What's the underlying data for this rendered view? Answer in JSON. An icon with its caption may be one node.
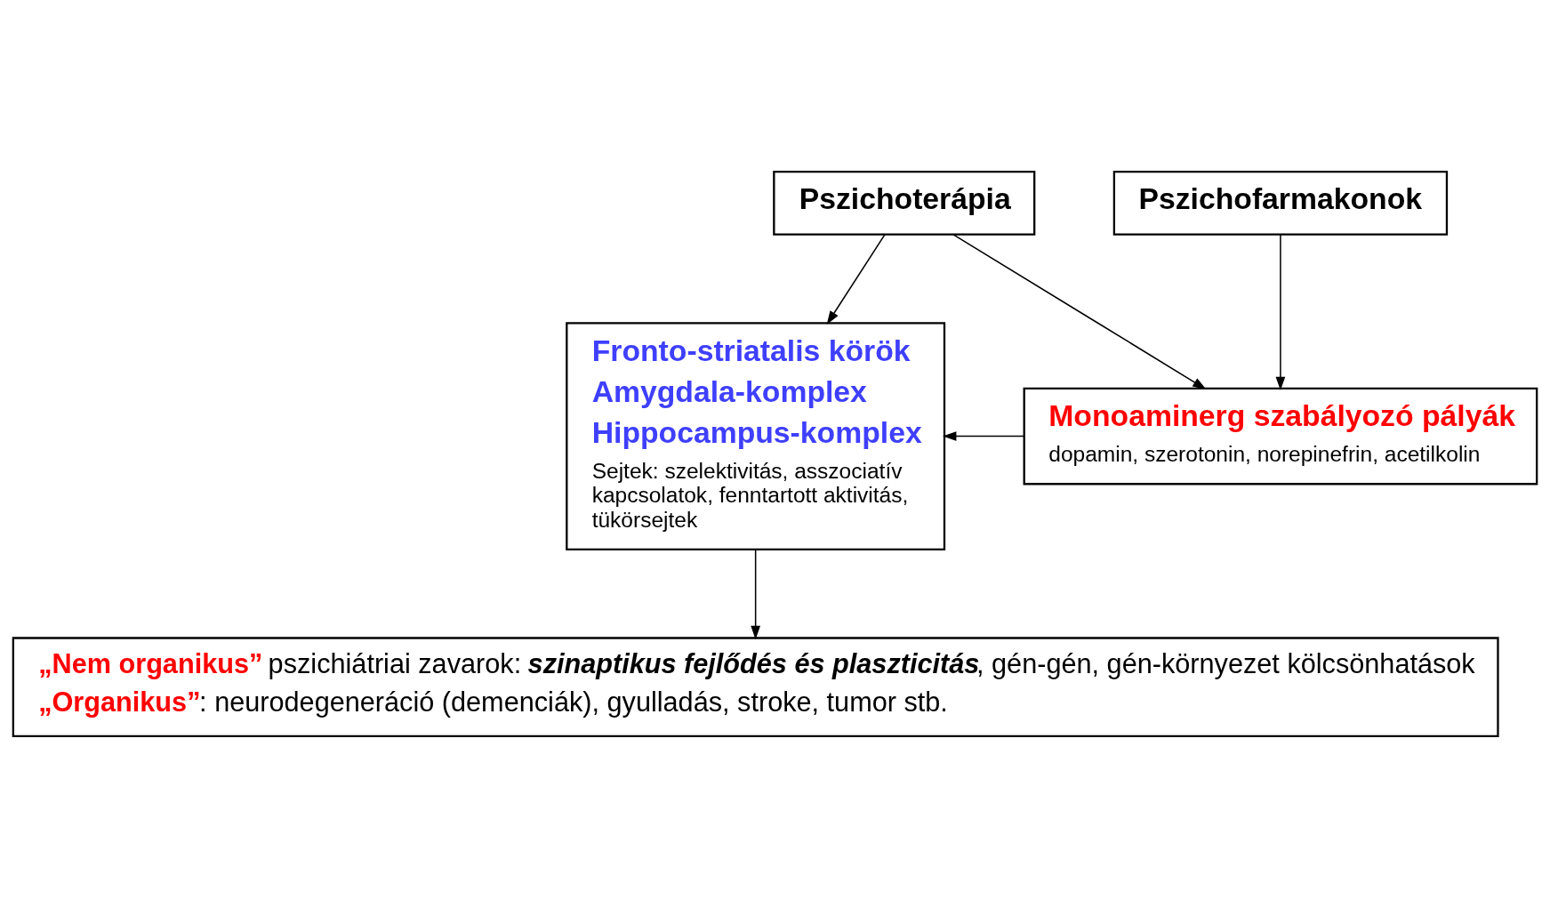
{
  "diagram": {
    "nodes": [
      {
        "text": [
          "Pszichoterápia"
        ]
      },
      {
        "text": [
          "Pszichofarmakonok"
        ]
      },
      {
        "text": [
          "Fronto-striatalis körök",
          "Amygdala-komplex",
          "Hippocampus-komplex",
          "Sejtek: szelektivitás, asszociatív kapcsolatok, fenntartott aktivitás, tükörsejtek"
        ]
      },
      {
        "text": [
          "Monoaminerg szabályozó pályák",
          "dopamin, szerotonin, norepinefrin, acetilkolin"
        ]
      },
      {
        "text": [
          "**„Nem organikus”** pszichiátriai zavarok: *szinaptikus fejlődés és plaszticitás*, gén-gén, gén-környezet kölcsönhatások",
          "**„Organikus”**: neurodegeneráció (demenciák), gyulladás, stroke, tumor stb."
        ]
      }
    ],
    "edges": [
      {
        "from": 0,
        "to": 2,
        "arrow": "to"
      },
      {
        "from": 0,
        "to": 3,
        "arrow": "to"
      },
      {
        "from": 1,
        "to": 3,
        "arrow": "to"
      },
      {
        "from": 3,
        "to": 2,
        "arrow": "to"
      },
      {
        "from": 2,
        "to": 4,
        "arrow": "to"
      }
    ]
  }
}
